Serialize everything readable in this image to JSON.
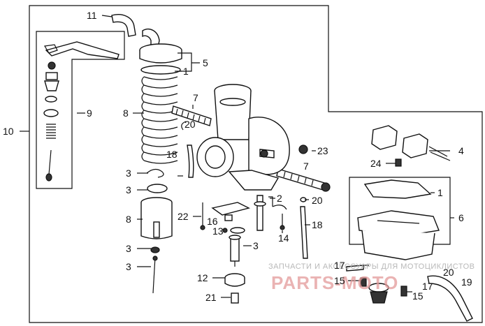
{
  "callouts": [
    "11",
    "5",
    "1",
    "9",
    "8",
    "10",
    "7",
    "20",
    "18",
    "23",
    "4",
    "24",
    "3",
    "3",
    "8",
    "22",
    "16",
    "2",
    "20",
    "13",
    "14",
    "18",
    "3",
    "1",
    "6",
    "3",
    "3",
    "12",
    "21",
    "17",
    "20",
    "15",
    "17",
    "19",
    "15",
    "7"
  ],
  "watermark": {
    "small": "ЗАПЧАСТИ И АКСЕССУАРЫ ДЛЯ МОТОЦИКЛИСТОВ",
    "big": "PARTS-MOTO"
  },
  "colors": {
    "line": "#111111",
    "background": "#ffffff",
    "watermark_red": "#e49a9a"
  }
}
